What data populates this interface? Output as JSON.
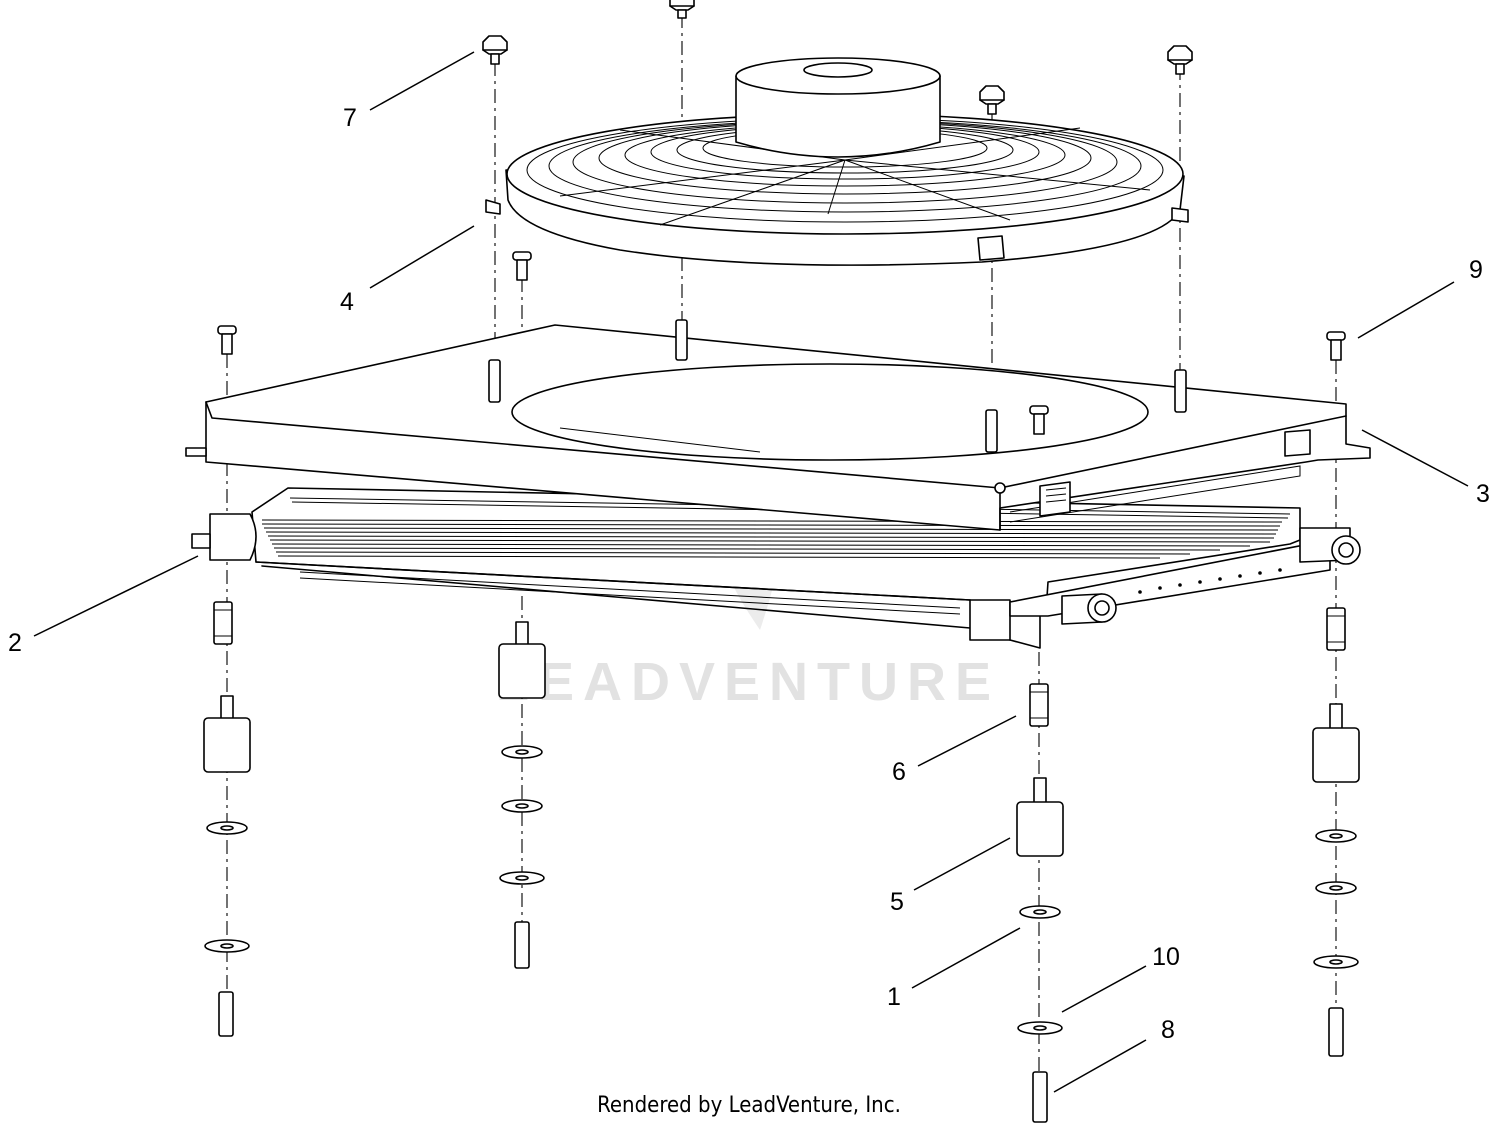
{
  "watermark": "LEADVENTURE",
  "footer": "Rendered by LeadVenture, Inc.",
  "callouts": [
    {
      "id": "7",
      "label": "7"
    },
    {
      "id": "4",
      "label": "4"
    },
    {
      "id": "9",
      "label": "9"
    },
    {
      "id": "3",
      "label": "3"
    },
    {
      "id": "2",
      "label": "2"
    },
    {
      "id": "6",
      "label": "6"
    },
    {
      "id": "5",
      "label": "5"
    },
    {
      "id": "1",
      "label": "1"
    },
    {
      "id": "10",
      "label": "10"
    },
    {
      "id": "8",
      "label": "8"
    }
  ]
}
